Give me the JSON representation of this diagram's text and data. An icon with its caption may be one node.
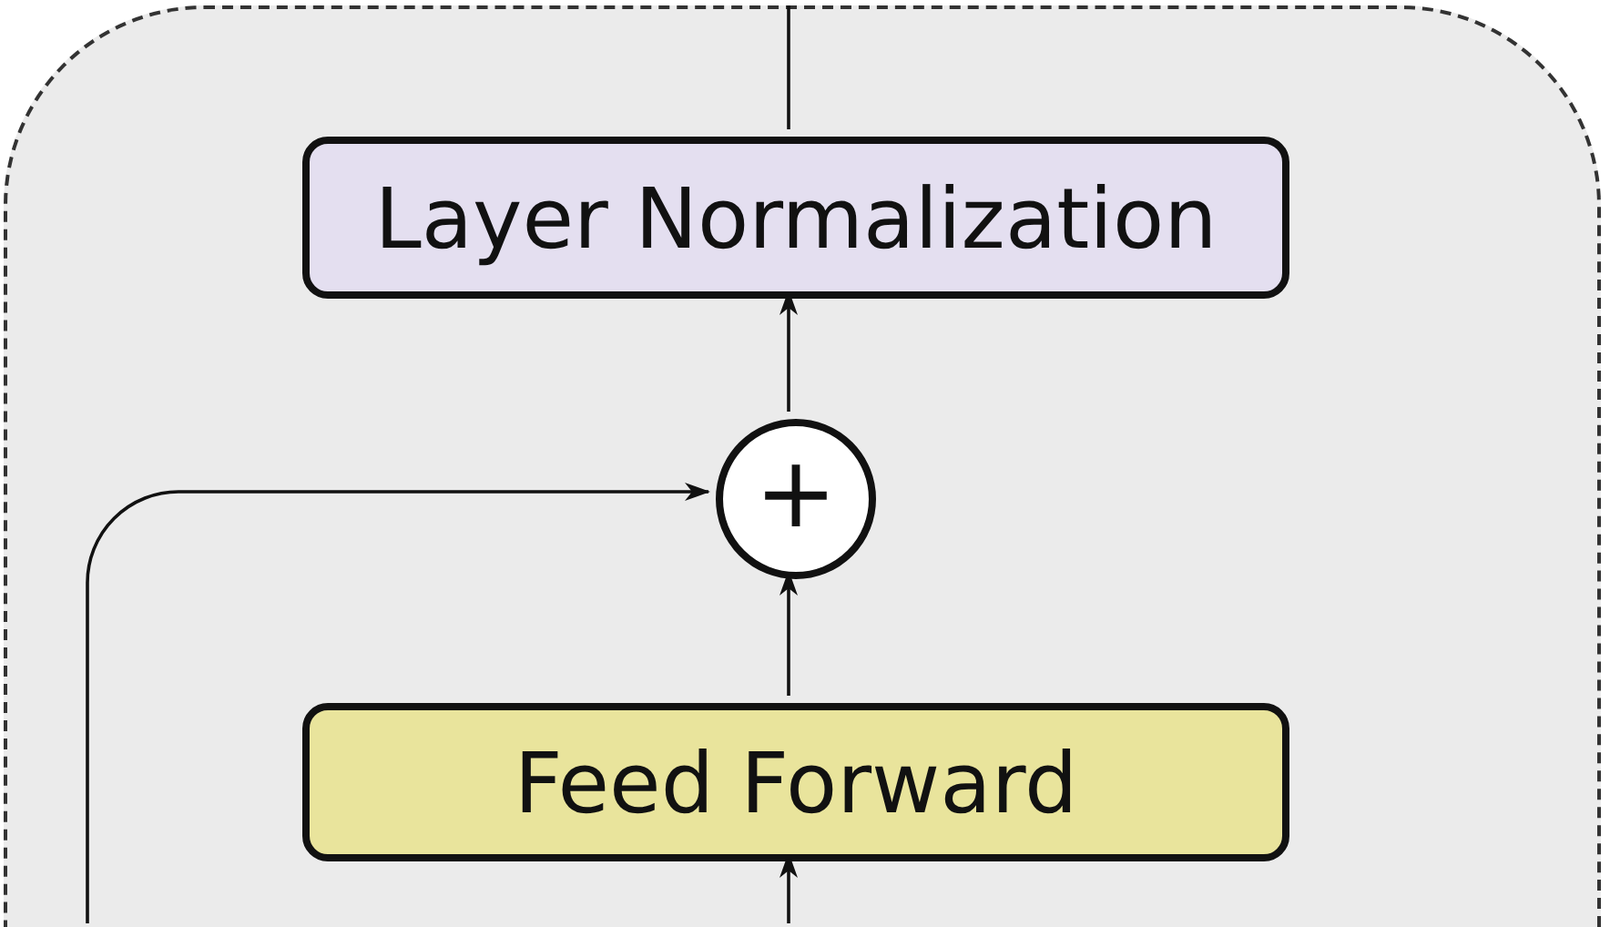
{
  "diagram": {
    "nodes": [
      {
        "text": [],
        "shape": "box"
      },
      {
        "text": [
          "Layer Normalization"
        ],
        "in": 0
      },
      {
        "text": [
          "+"
        ],
        "in": 0
      },
      {
        "text": [
          "Feed Forward"
        ],
        "in": 0
      }
    ],
    "edges": [
      {
        "from": 1,
        "to": null,
        "arrow": "none"
      },
      {
        "from": 2,
        "to": 1,
        "arrow": "to"
      },
      {
        "from": 3,
        "to": 2,
        "arrow": "to"
      },
      {
        "from": null,
        "to": 3,
        "arrow": "to"
      },
      {
        "from": null,
        "to": 2,
        "arrow": "to"
      }
    ]
  }
}
